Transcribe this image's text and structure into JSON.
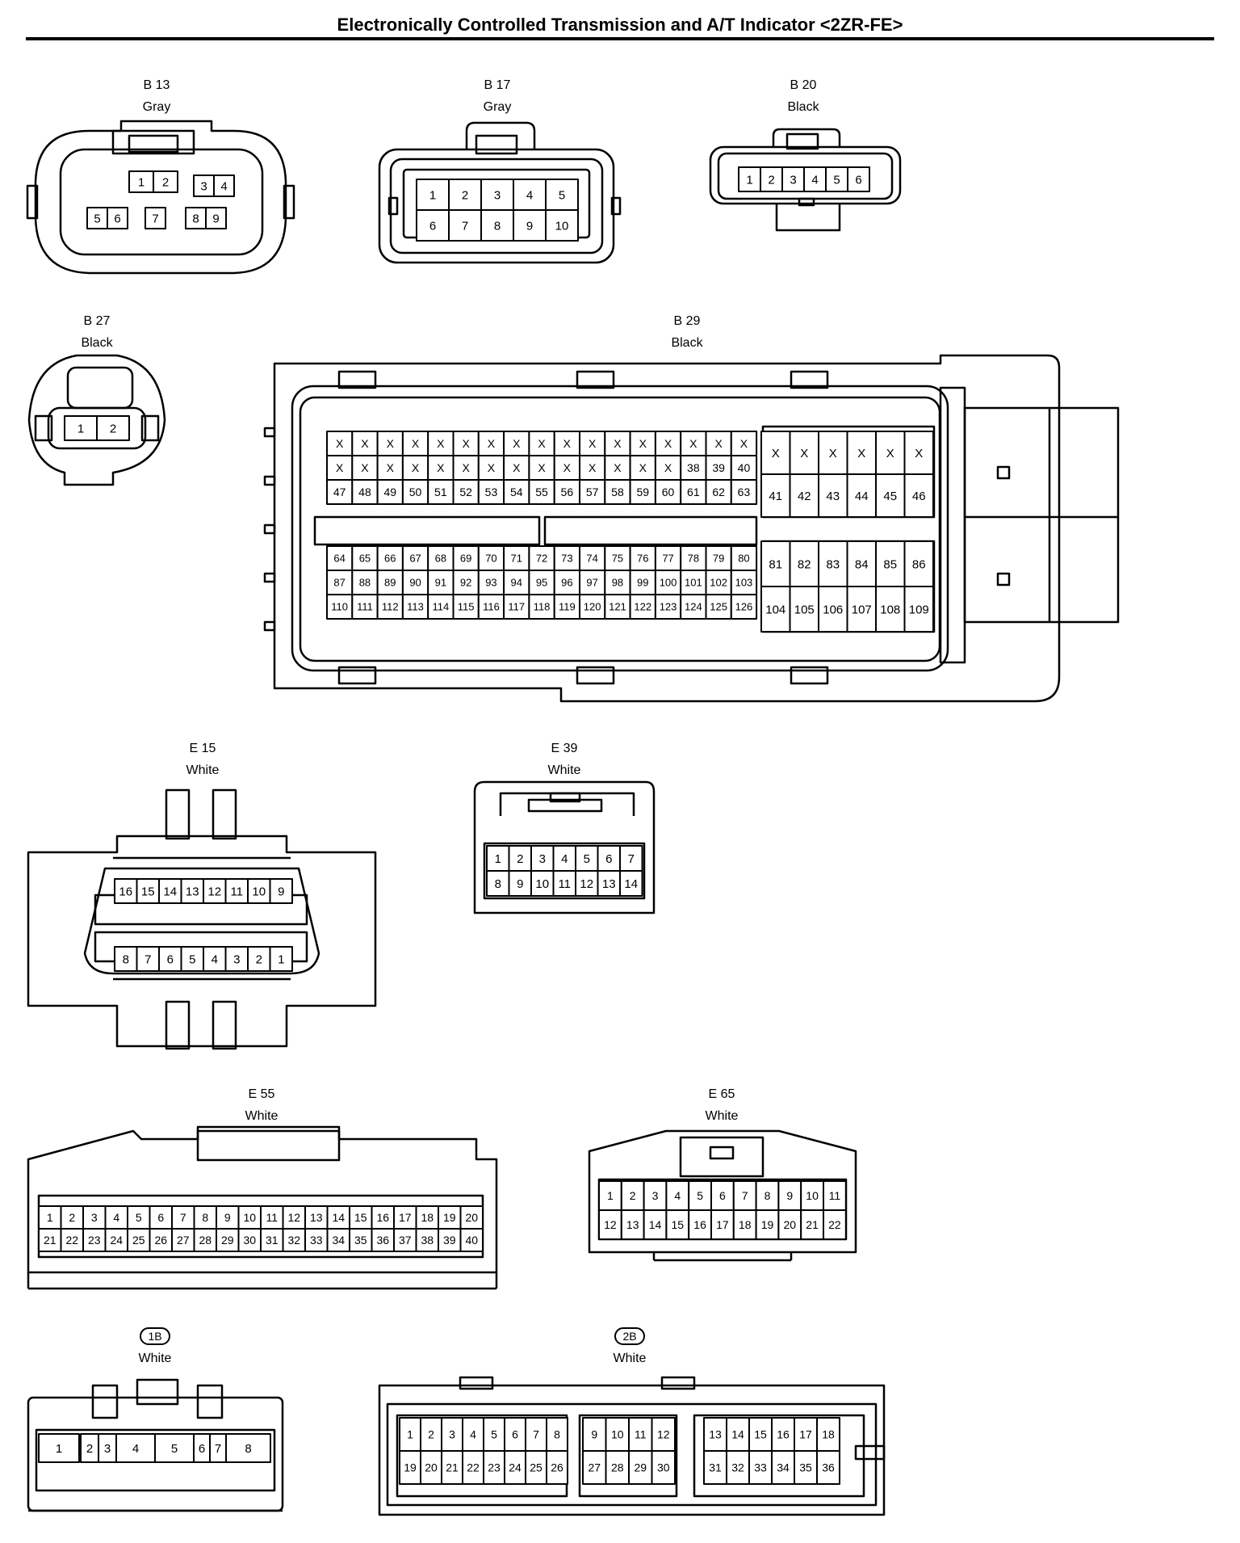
{
  "title": "Electronically Controlled Transmission and A/T Indicator <2ZR-FE>",
  "connectors": [
    {
      "id": "B 13",
      "color": "Gray",
      "pins": [
        "1",
        "2",
        "3",
        "4",
        "5",
        "6",
        "7",
        "8",
        "9"
      ]
    },
    {
      "id": "B 17",
      "color": "Gray",
      "pins": [
        "1",
        "2",
        "3",
        "4",
        "5",
        "6",
        "7",
        "8",
        "9",
        "10"
      ]
    },
    {
      "id": "B 20",
      "color": "Black",
      "pins": [
        "1",
        "2",
        "3",
        "4",
        "5",
        "6"
      ]
    },
    {
      "id": "B 27",
      "color": "Black",
      "pins": [
        "1",
        "2"
      ]
    },
    {
      "id": "B 29",
      "color": "Black",
      "rows_left_top": [
        [
          "X",
          "X",
          "X",
          "X",
          "X",
          "X",
          "X",
          "X",
          "X",
          "X",
          "X",
          "X",
          "X",
          "X",
          "X",
          "X",
          "X"
        ],
        [
          "X",
          "X",
          "X",
          "X",
          "X",
          "X",
          "X",
          "X",
          "X",
          "X",
          "X",
          "X",
          "X",
          "X",
          "38",
          "39",
          "40"
        ],
        [
          "47",
          "48",
          "49",
          "50",
          "51",
          "52",
          "53",
          "54",
          "55",
          "56",
          "57",
          "58",
          "59",
          "60",
          "61",
          "62",
          "63"
        ]
      ],
      "rows_right_top": [
        [
          "X",
          "X",
          "X",
          "X",
          "X",
          "X"
        ],
        [
          "41",
          "42",
          "43",
          "44",
          "45",
          "46"
        ]
      ],
      "rows_left_bottom": [
        [
          "64",
          "65",
          "66",
          "67",
          "68",
          "69",
          "70",
          "71",
          "72",
          "73",
          "74",
          "75",
          "76",
          "77",
          "78",
          "79",
          "80"
        ],
        [
          "87",
          "88",
          "89",
          "90",
          "91",
          "92",
          "93",
          "94",
          "95",
          "96",
          "97",
          "98",
          "99",
          "100",
          "101",
          "102",
          "103"
        ],
        [
          "110",
          "111",
          "112",
          "113",
          "114",
          "115",
          "116",
          "117",
          "118",
          "119",
          "120",
          "121",
          "122",
          "123",
          "124",
          "125",
          "126"
        ]
      ],
      "rows_right_bottom": [
        [
          "81",
          "82",
          "83",
          "84",
          "85",
          "86"
        ],
        [
          "104",
          "105",
          "106",
          "107",
          "108",
          "109"
        ]
      ]
    },
    {
      "id": "E 15",
      "color": "White",
      "rows": [
        [
          "16",
          "15",
          "14",
          "13",
          "12",
          "11",
          "10",
          "9"
        ],
        [
          "8",
          "7",
          "6",
          "5",
          "4",
          "3",
          "2",
          "1"
        ]
      ]
    },
    {
      "id": "E 39",
      "color": "White",
      "rows": [
        [
          "1",
          "2",
          "3",
          "4",
          "5",
          "6",
          "7"
        ],
        [
          "8",
          "9",
          "10",
          "11",
          "12",
          "13",
          "14"
        ]
      ]
    },
    {
      "id": "E 55",
      "color": "White",
      "rows": [
        [
          "1",
          "2",
          "3",
          "4",
          "5",
          "6",
          "7",
          "8",
          "9",
          "10",
          "11",
          "12",
          "13",
          "14",
          "15",
          "16",
          "17",
          "18",
          "19",
          "20"
        ],
        [
          "21",
          "22",
          "23",
          "24",
          "25",
          "26",
          "27",
          "28",
          "29",
          "30",
          "31",
          "32",
          "33",
          "34",
          "35",
          "36",
          "37",
          "38",
          "39",
          "40"
        ]
      ]
    },
    {
      "id": "E 65",
      "color": "White",
      "rows": [
        [
          "1",
          "2",
          "3",
          "4",
          "5",
          "6",
          "7",
          "8",
          "9",
          "10",
          "11"
        ],
        [
          "12",
          "13",
          "14",
          "15",
          "16",
          "17",
          "18",
          "19",
          "20",
          "21",
          "22"
        ]
      ]
    },
    {
      "id": "1B",
      "color": "White",
      "pins": [
        "1",
        "2",
        "3",
        "4",
        "5",
        "6",
        "7",
        "8"
      ]
    },
    {
      "id": "2B",
      "color": "White",
      "groups": [
        {
          "rows": [
            [
              "1",
              "2",
              "3",
              "4",
              "5",
              "6",
              "7",
              "8"
            ],
            [
              "19",
              "20",
              "21",
              "22",
              "23",
              "24",
              "25",
              "26"
            ]
          ]
        },
        {
          "rows": [
            [
              "9",
              "10",
              "11",
              "12"
            ],
            [
              "27",
              "28",
              "29",
              "30"
            ]
          ]
        },
        {
          "rows": [
            [
              "13",
              "14",
              "15",
              "16",
              "17",
              "18"
            ],
            [
              "31",
              "32",
              "33",
              "34",
              "35",
              "36"
            ]
          ]
        }
      ]
    }
  ]
}
